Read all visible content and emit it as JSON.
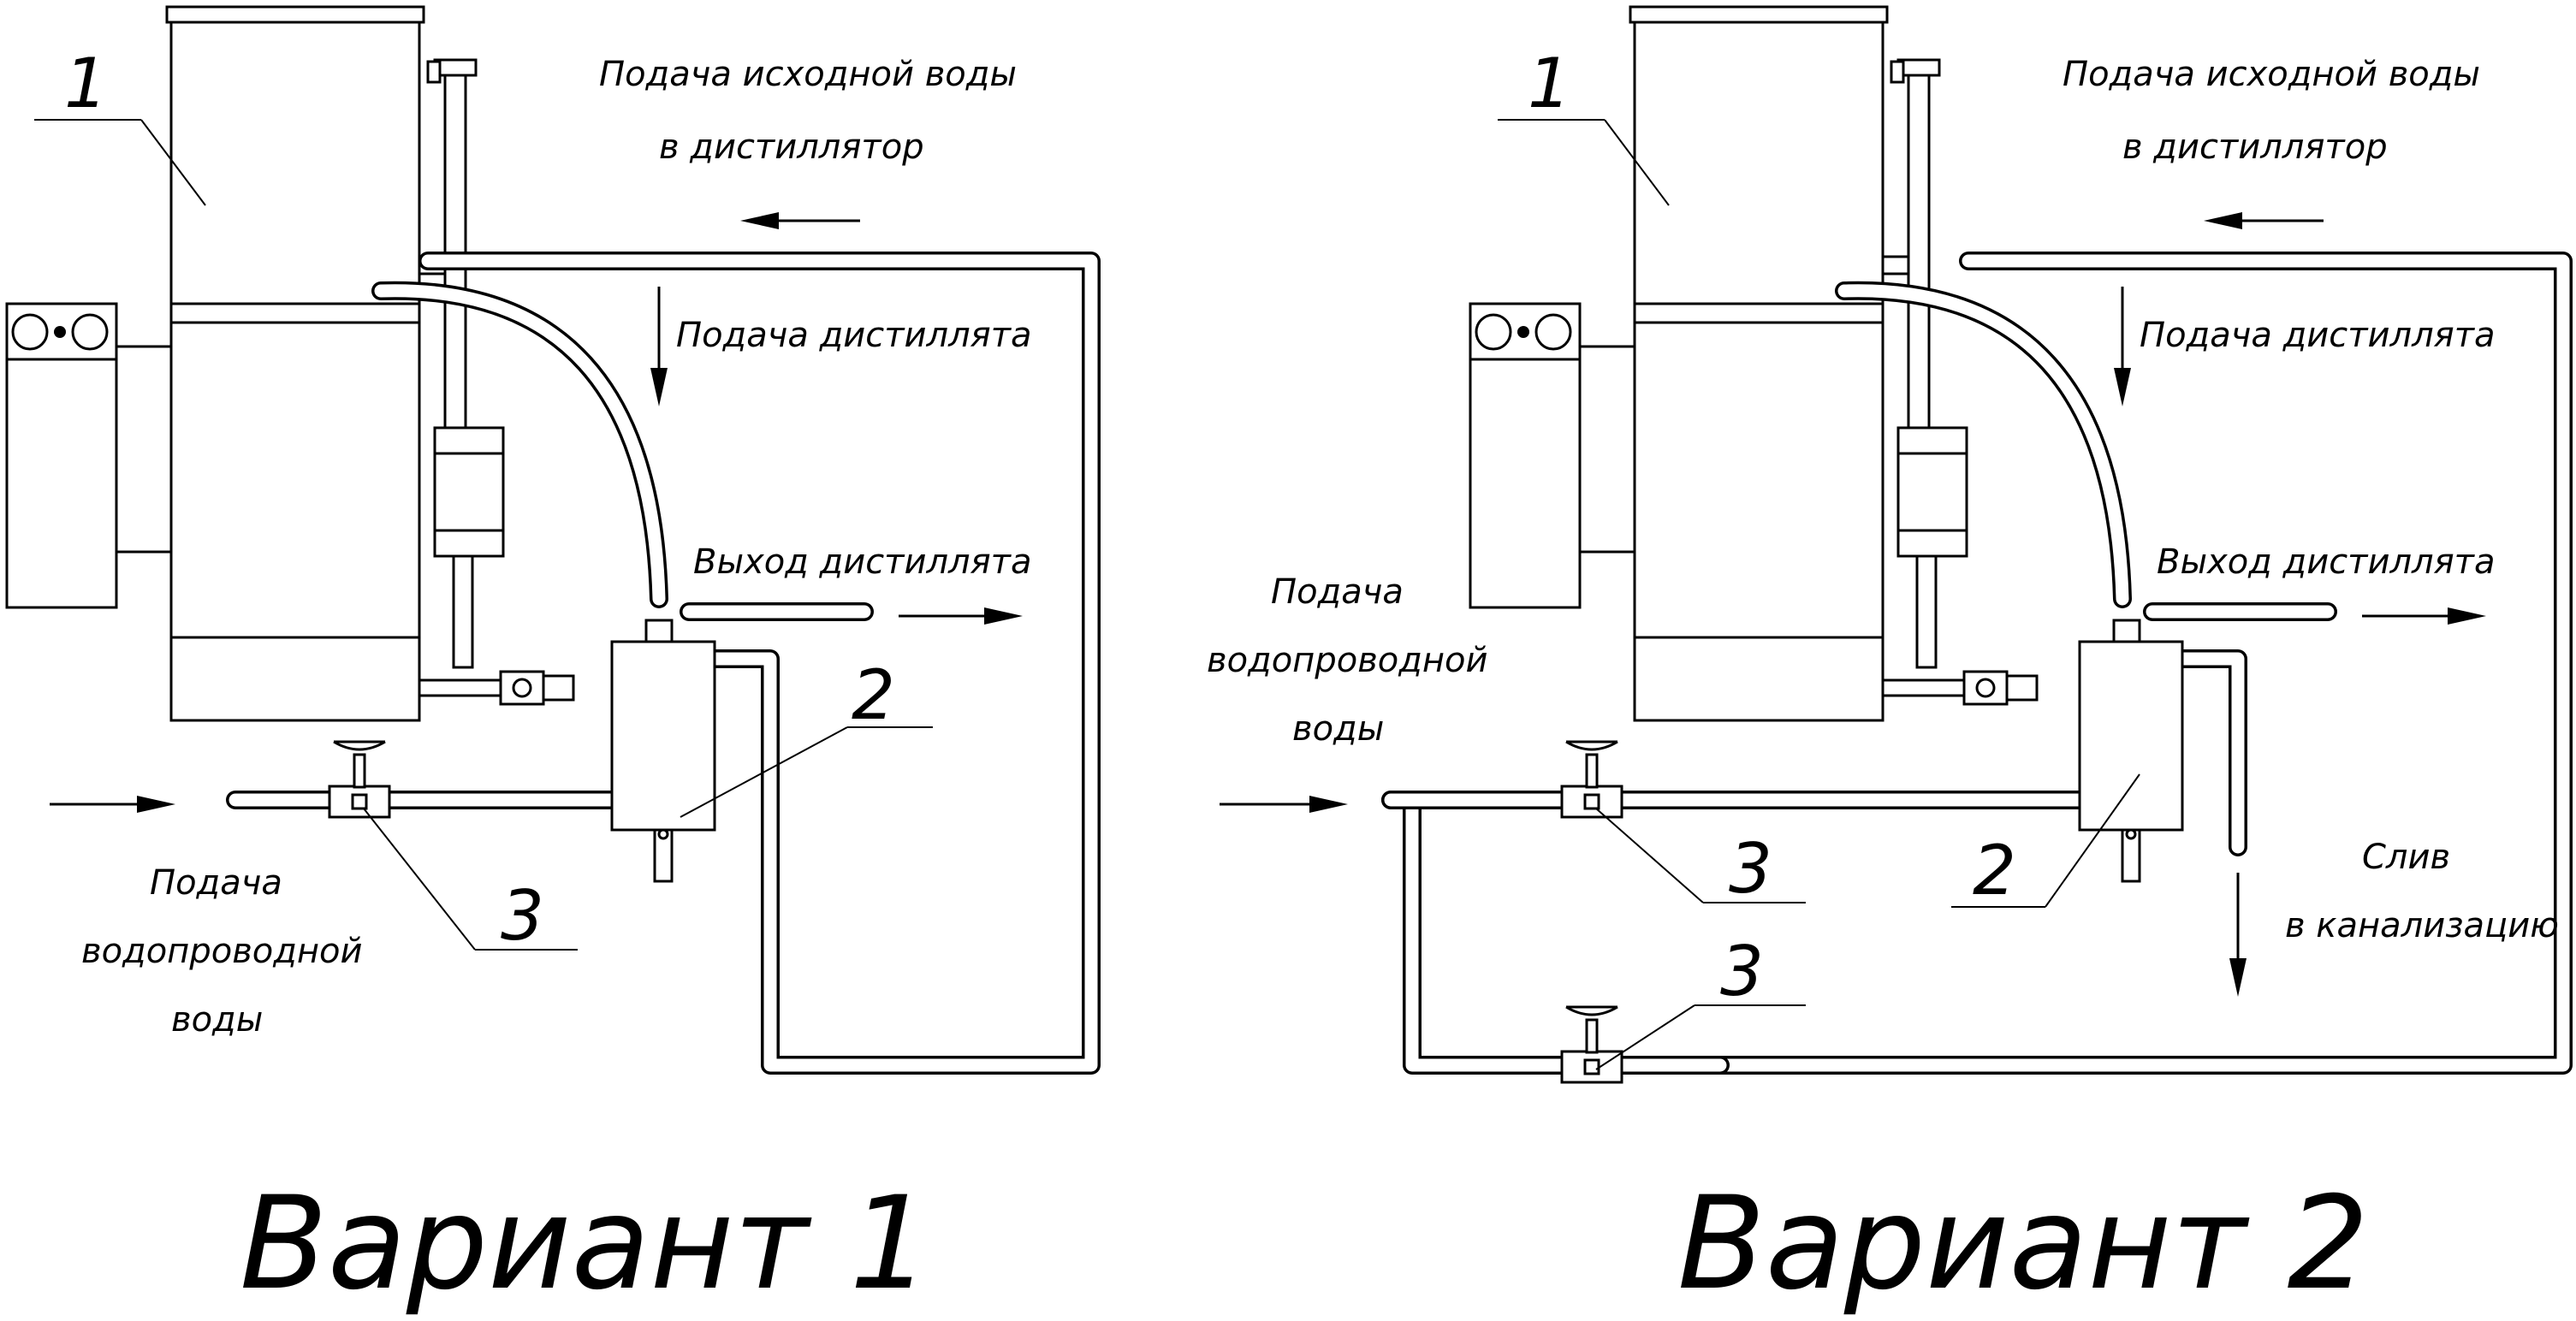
{
  "variants": [
    {
      "title": "Вариант 1",
      "labels": {
        "feed_source_line1": "Подача исходной воды",
        "feed_source_line2": "в дистиллятор",
        "feed_distillate": "Подача дистиллята",
        "out_distillate": "Выход дистиллята",
        "tap_line1": "Подача",
        "tap_line2": "водопроводной",
        "tap_line3": "воды"
      },
      "callouts": {
        "distiller": "1",
        "cooler": "2",
        "valve": "3"
      }
    },
    {
      "title": "Вариант 2",
      "labels": {
        "feed_source_line1": "Подача исходной воды",
        "feed_source_line2": "в дистиллятор",
        "feed_distillate": "Подача дистиллята",
        "out_distillate": "Выход дистиллята",
        "tap_line1": "Подача",
        "tap_line2": "водопроводной",
        "tap_line3": "воды",
        "drain_line1": "Слив",
        "drain_line2": "в канализацию"
      },
      "callouts": {
        "distiller": "1",
        "cooler": "2",
        "valve": "3",
        "valve_bottom": "3"
      }
    }
  ]
}
